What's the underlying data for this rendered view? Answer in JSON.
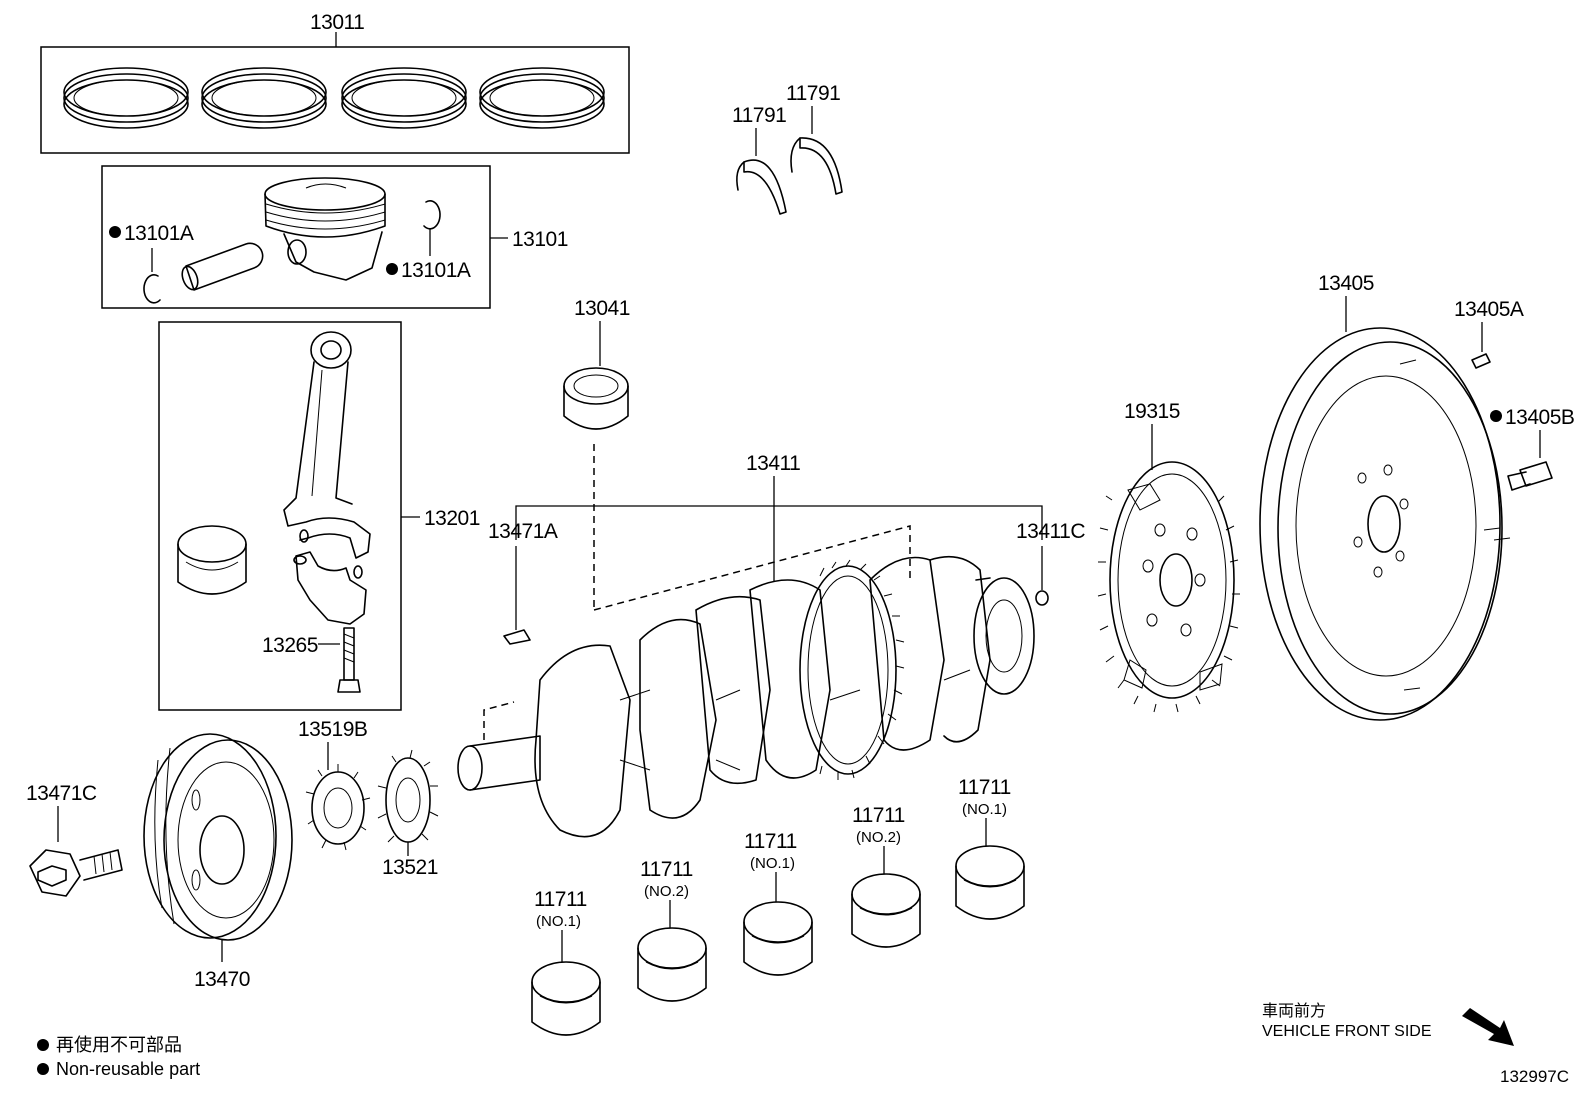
{
  "labels": {
    "piston_ring_set": "13011",
    "thrust_washer_a": "11791",
    "thrust_washer_b": "11791",
    "piston_pin_snap_left": "13101A",
    "piston_sub_assy": "13101",
    "piston_pin_snap_right": "13101A",
    "connecting_rod_bushing": "13041",
    "connecting_rod_assy": "13201",
    "crankshaft": "13411",
    "crankshaft_key": "13471A",
    "crankshaft_pin": "13411C",
    "rod_bolt": "13265",
    "crank_position_plate": "19315",
    "flywheel": "13405",
    "flywheel_pin": "13405A",
    "flywheel_bolt": "13405B",
    "crank_gear_spacer": "13519B",
    "crank_sprocket": "13521",
    "pulley_bolt": "13471C",
    "crank_pulley": "13470",
    "bearing_1": "11711",
    "bearing_1_note": "(NO.1)",
    "bearing_2": "11711",
    "bearing_2_note": "(NO.2)",
    "bearing_3": "11711",
    "bearing_3_note": "(NO.1)",
    "bearing_4": "11711",
    "bearing_4_note": "(NO.2)",
    "bearing_5": "11711",
    "bearing_5_note": "(NO.1)"
  },
  "legend": {
    "line_jp": "再使用不可部品",
    "line_en": "Non-reusable part"
  },
  "direction": {
    "line_jp": "車両前方",
    "line_en": "VEHICLE FRONT SIDE"
  },
  "diagram_code": "132997C",
  "colors": {
    "ink": "#000000",
    "paper": "#ffffff"
  },
  "icons": {
    "non_reusable_marker": "filled-circle-icon",
    "front_arrow": "arrow-down-right-icon"
  }
}
